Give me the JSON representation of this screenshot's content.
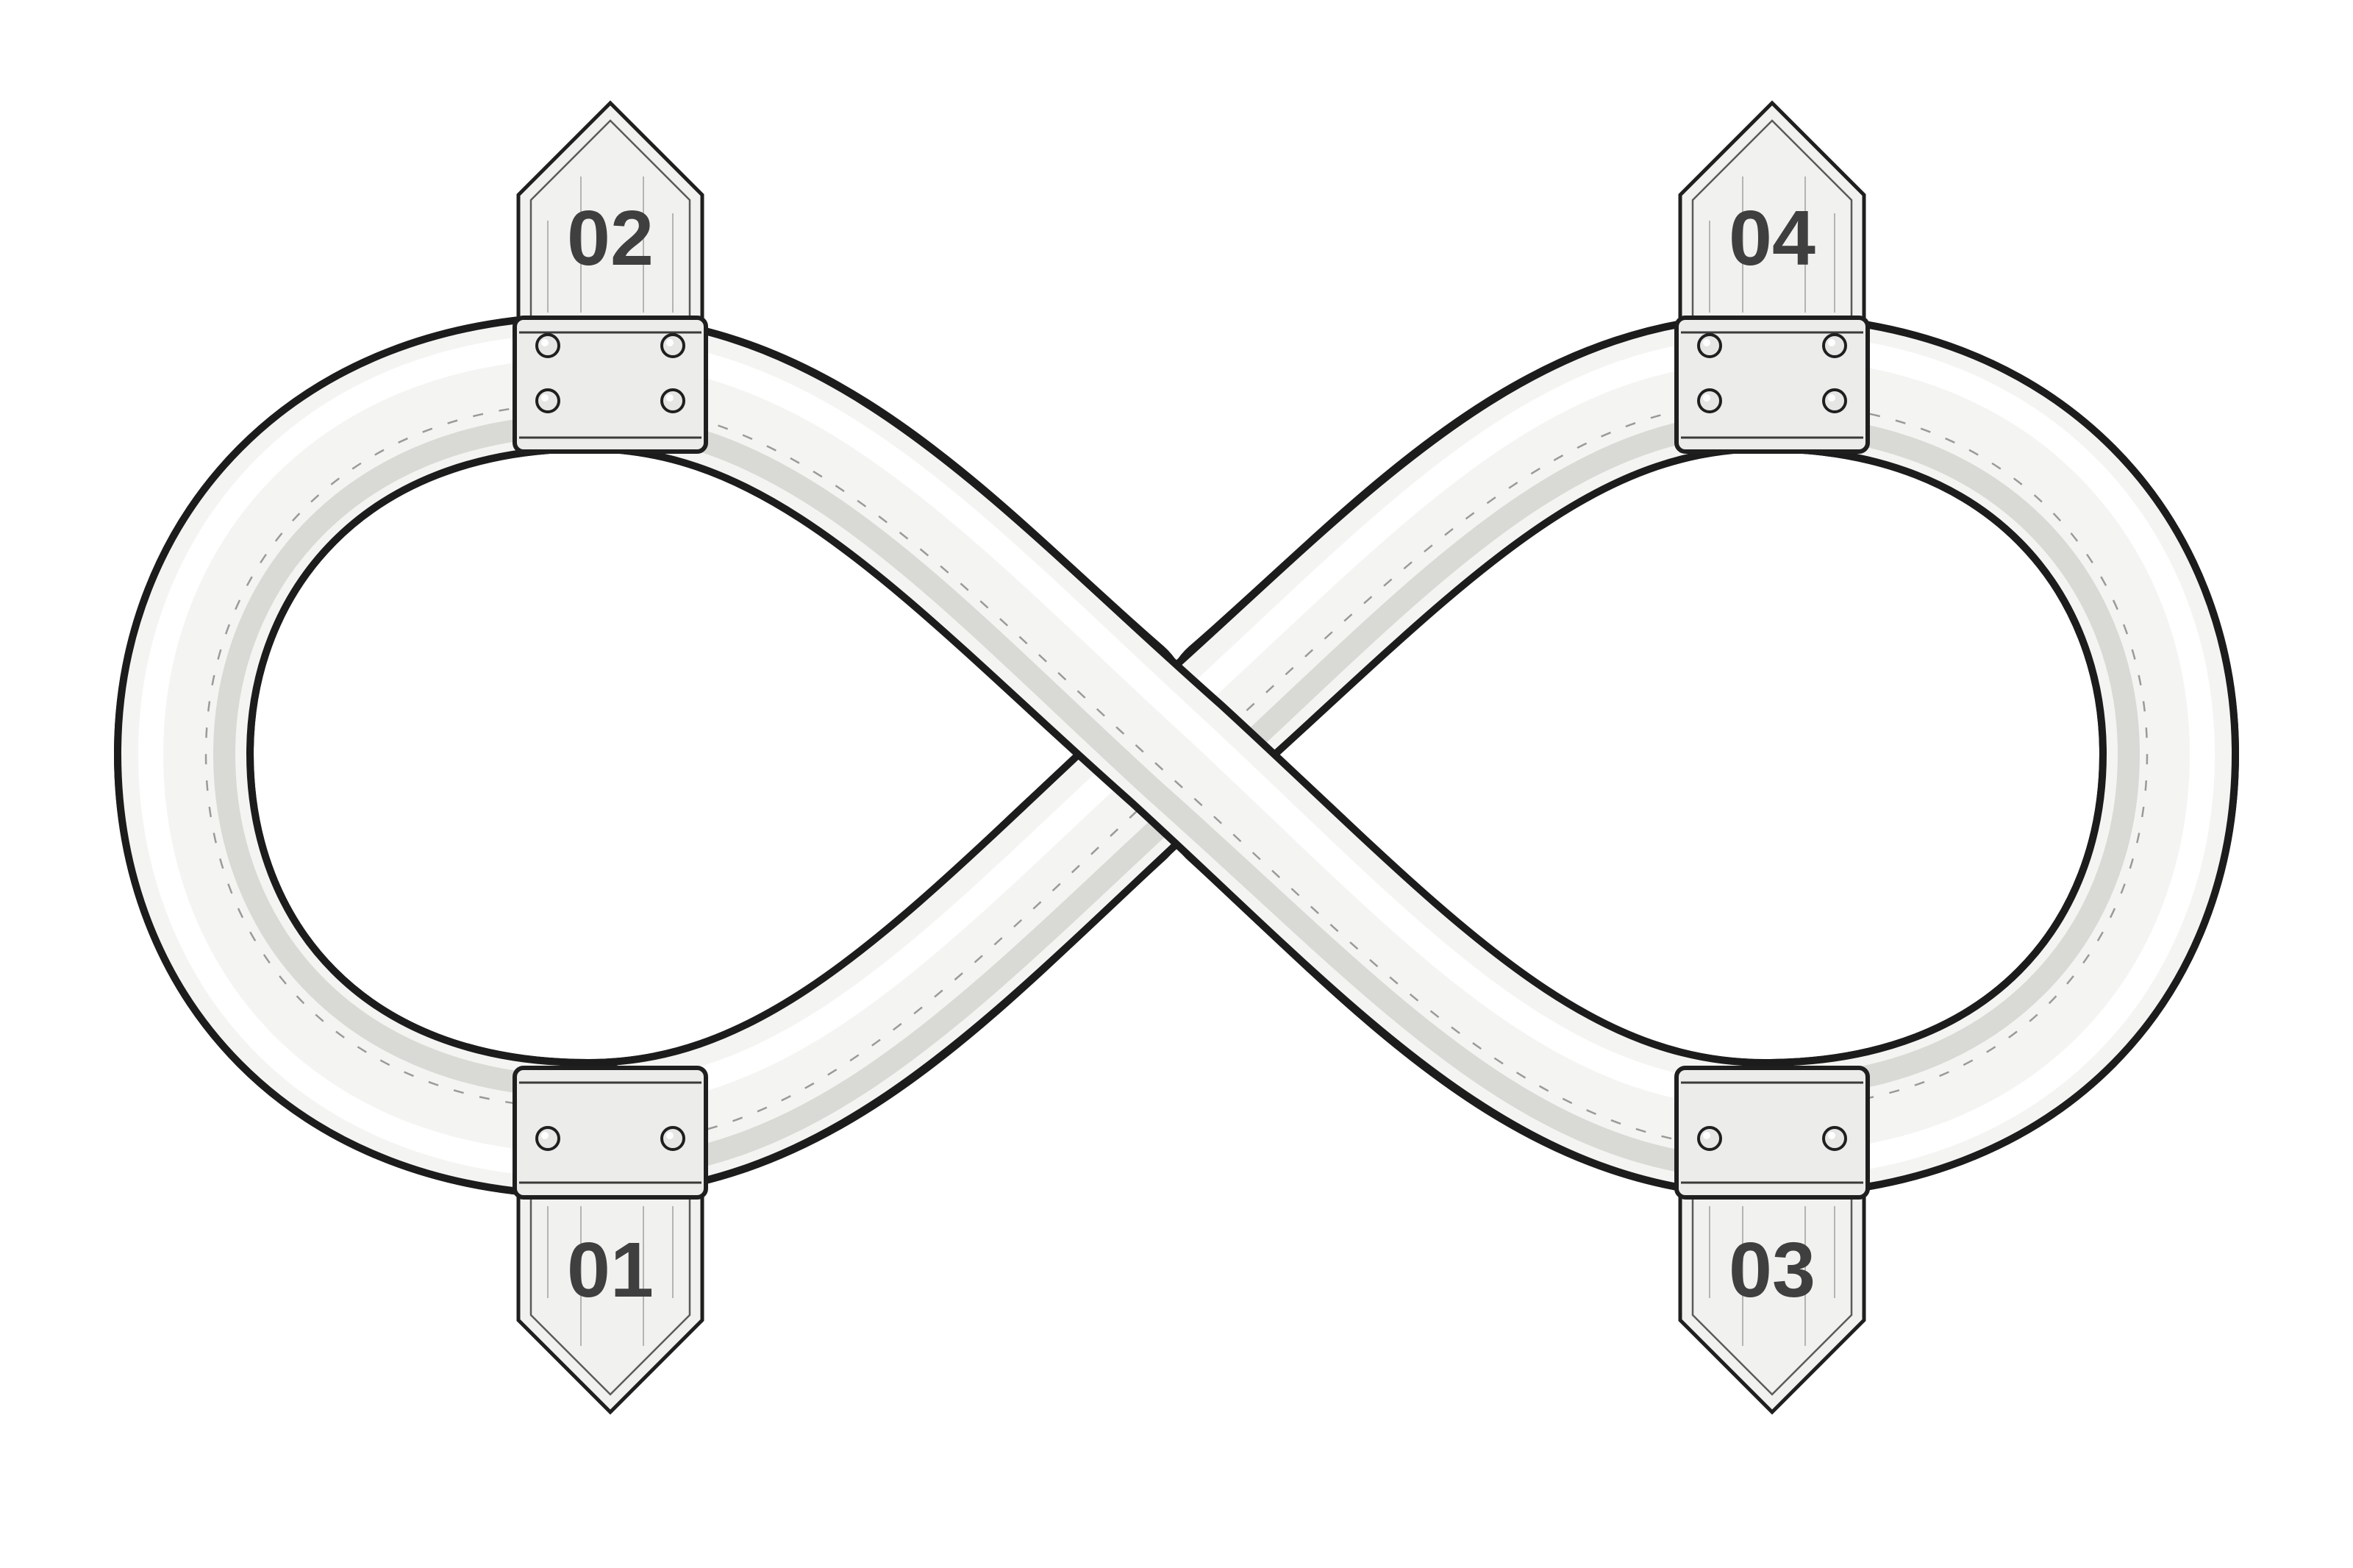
{
  "diagram": {
    "shape": "infinity-loop",
    "markers": [
      {
        "id": "marker-01",
        "label": "01",
        "position": "bottom-left"
      },
      {
        "id": "marker-02",
        "label": "02",
        "position": "top-left"
      },
      {
        "id": "marker-03",
        "label": "03",
        "position": "bottom-right"
      },
      {
        "id": "marker-04",
        "label": "04",
        "position": "top-right"
      }
    ],
    "colors": {
      "ink": "#1f1f1f",
      "label": "#3f3f3f",
      "tube": "#f4f4f2",
      "background": "#ffffff"
    }
  }
}
